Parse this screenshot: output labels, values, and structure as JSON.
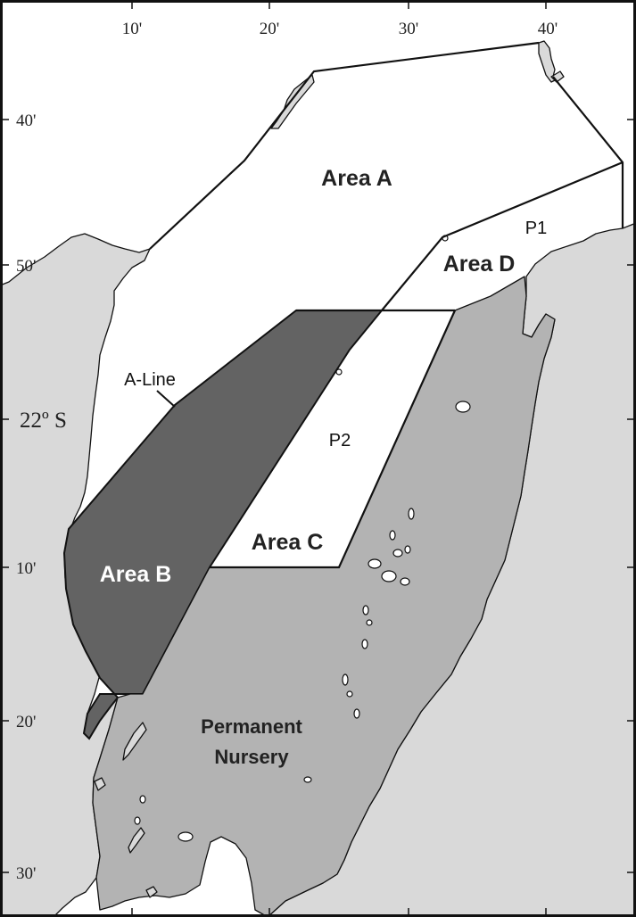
{
  "map": {
    "top_ticks": [
      "10'",
      "20'",
      "30'",
      "40'"
    ],
    "left_ticks": [
      "40'",
      "50'",
      "10'",
      "20'",
      "30'"
    ],
    "latitude_label": "22º S",
    "areas": {
      "a": "Area A",
      "b": "Area B",
      "c": "Area C",
      "d": "Area D"
    },
    "markers": {
      "p1": "P1",
      "p2": "P2",
      "a_line": "A-Line"
    },
    "nursery": {
      "line1": "Permanent",
      "line2": "Nursery"
    },
    "colors": {
      "land": "#d9d9d9",
      "nursery": "#b3b3b3",
      "area_b": "#636363",
      "water": "#ffffff",
      "line": "#111111"
    }
  }
}
